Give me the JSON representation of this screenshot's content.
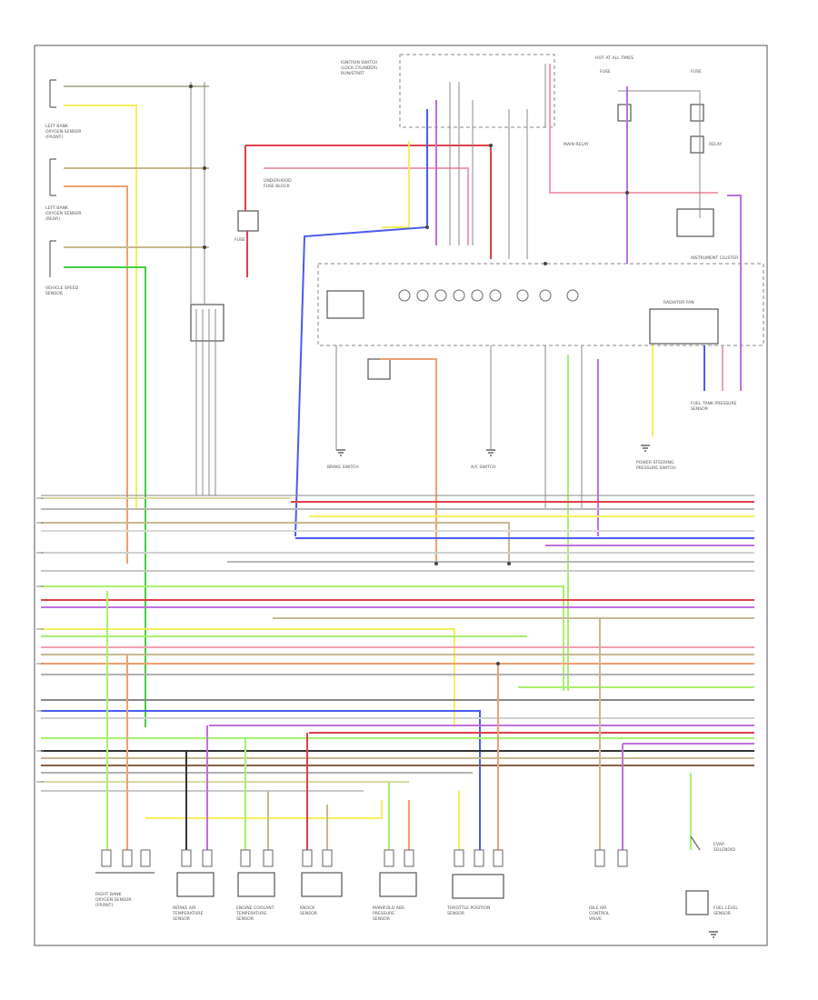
{
  "diagram": {
    "page_label": "",
    "wire_colors": {
      "red": "#e0404a",
      "pink": "#f0a0b0",
      "yellow": "#f4f05a",
      "light_green": "#a8f070",
      "green": "#40d040",
      "orange": "#f0a070",
      "blue": "#4a5cf0",
      "violet": "#c070e0",
      "tan": "#c8b890",
      "gray": "#9a9a9a",
      "black": "#333333",
      "brown": "#8a6040"
    },
    "components": [
      {
        "id": "left-bank-oxygen-sensor-1",
        "label": ""
      },
      {
        "id": "left-bank-oxygen-sensor-2",
        "label": ""
      },
      {
        "id": "vehicle-speed-sensor",
        "label": ""
      },
      {
        "id": "connector-c1",
        "label": ""
      },
      {
        "id": "engine-control-module",
        "label": ""
      },
      {
        "id": "ignition-switch",
        "label": ""
      },
      {
        "id": "instrument-cluster",
        "label": ""
      },
      {
        "id": "fuse-block",
        "label": ""
      },
      {
        "id": "relay-block",
        "label": ""
      },
      {
        "id": "brake-switch",
        "label": ""
      },
      {
        "id": "throttle-position-sensor",
        "label": ""
      },
      {
        "id": "intake-air-temp-sensor",
        "label": ""
      },
      {
        "id": "coolant-temp-sensor",
        "label": ""
      },
      {
        "id": "knock-sensor",
        "label": ""
      },
      {
        "id": "map-sensor",
        "label": ""
      },
      {
        "id": "egr-valve-position-sensor",
        "label": ""
      },
      {
        "id": "idle-air-control-valve",
        "label": ""
      },
      {
        "id": "fuel-tank-pressure-sensor",
        "label": ""
      }
    ]
  }
}
